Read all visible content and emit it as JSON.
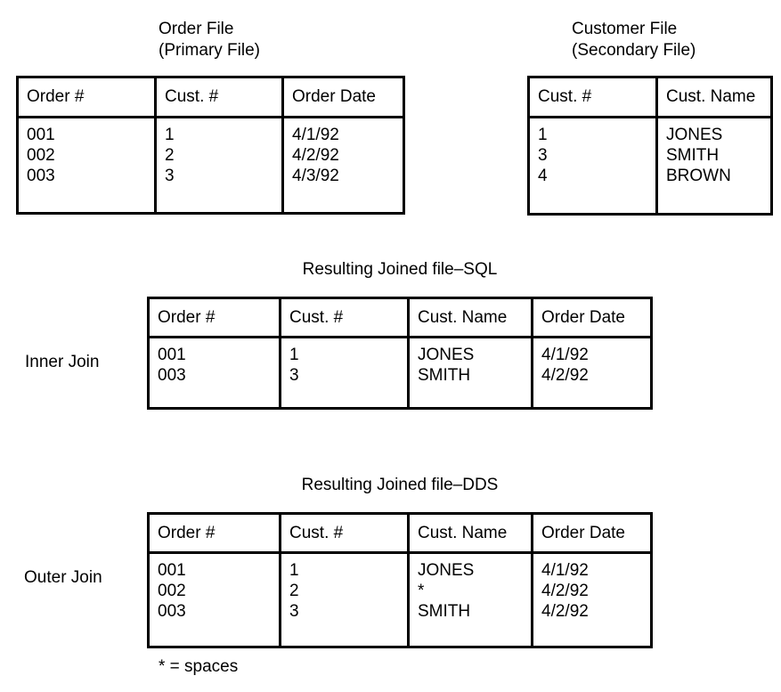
{
  "page": {
    "background_color": "#ffffff",
    "text_color": "#000000",
    "border_color": "#000000"
  },
  "source_tables": {
    "order_file": {
      "title_line1": "Order File",
      "title_line2": "(Primary File)",
      "columns": [
        "Order #",
        "Cust. #",
        "Order Date"
      ],
      "rows": [
        [
          "001",
          "1",
          "4/1/92"
        ],
        [
          "002",
          "2",
          "4/2/92"
        ],
        [
          "003",
          "3",
          "4/3/92"
        ]
      ]
    },
    "customer_file": {
      "title_line1": "Customer File",
      "title_line2": "(Secondary File)",
      "columns": [
        "Cust. #",
        "Cust. Name"
      ],
      "rows": [
        [
          "1",
          "JONES"
        ],
        [
          "3",
          "SMITH"
        ],
        [
          "4",
          "BROWN"
        ]
      ]
    }
  },
  "joins": {
    "sql": {
      "title": "Resulting Joined file–SQL",
      "label": "Inner Join",
      "columns": [
        "Order #",
        "Cust. #",
        "Cust. Name",
        "Order Date"
      ],
      "rows": [
        [
          "001",
          "1",
          "JONES",
          "4/1/92"
        ],
        [
          "003",
          "3",
          "SMITH",
          "4/2/92"
        ]
      ]
    },
    "dds": {
      "title": "Resulting Joined file–DDS",
      "label": "Outer Join",
      "columns": [
        "Order #",
        "Cust. #",
        "Cust. Name",
        "Order Date"
      ],
      "rows": [
        [
          "001",
          "1",
          "JONES",
          "4/1/92"
        ],
        [
          "002",
          "2",
          "*",
          "4/2/92"
        ],
        [
          "003",
          "3",
          "SMITH",
          "4/2/92"
        ]
      ]
    }
  },
  "footnote": "* = spaces"
}
